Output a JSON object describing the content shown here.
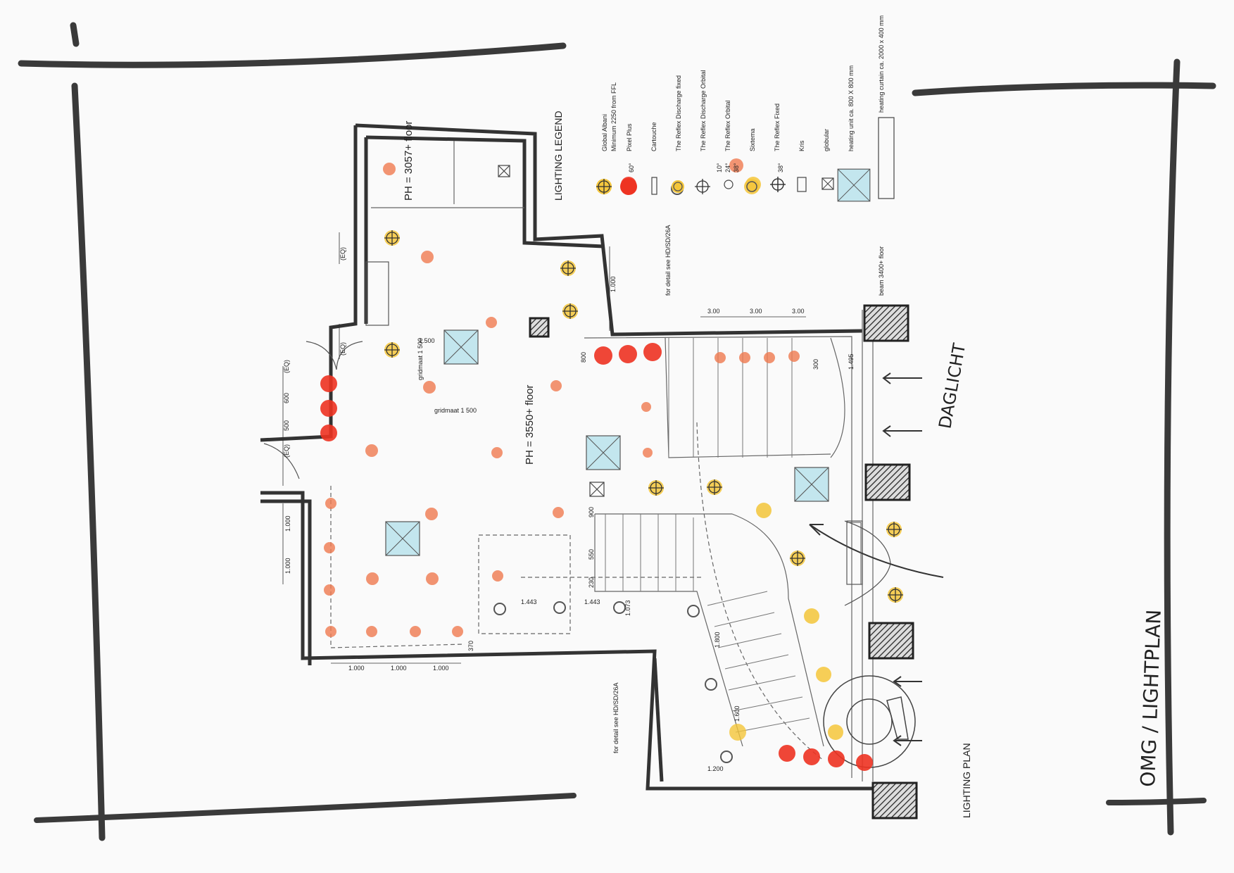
{
  "sheet": {
    "title_handwritten": "OMG / LIGHTPLAN",
    "drawing_label": "LIGHTING PLAN",
    "daglicht_label": "DAGLICHT",
    "beam_note": "beam 3400+ floor",
    "detail_note_1": "for detail see HD/SD/26A",
    "detail_note_2": "for detail see HD/SD/26A"
  },
  "room_labels": {
    "ph_upper": "PH = 3057+ floor",
    "ph_main": "PH = 3550+ floor",
    "grid_1": "gridmaat 1 500",
    "grid_2": "gridmaat 1 500"
  },
  "legend": {
    "title": "LIGHTING LEGEND",
    "items": [
      {
        "label": "Global Albani",
        "symbol": "yellow-cross"
      },
      {
        "label": "Minimum 2250 from FFL",
        "symbol": "note"
      },
      {
        "label": "Pixel Plus",
        "symbol": "red-blob"
      },
      {
        "label": "Cartouche",
        "symbol": "rect"
      },
      {
        "label": "The Reflex Discharge fixed",
        "symbol": "yellow-dot"
      },
      {
        "label": "The Reflex Discharge Orbital",
        "symbol": "cross-circle"
      },
      {
        "label": "The Reflex Orbital",
        "symbol": "orange-orbital"
      },
      {
        "label": "Sixtema",
        "symbol": "yellow-ring"
      },
      {
        "label": "The Reflex Fixed",
        "symbol": "cross"
      },
      {
        "label": "Kris",
        "symbol": "small-rect"
      },
      {
        "label": "globular",
        "symbol": "boxed-x"
      },
      {
        "label": "heating unit ca. 800 X 800 mm",
        "symbol": "blue-box"
      },
      {
        "label": "heating curtain ca. 2000 x 400 mm",
        "symbol": "long-rect"
      }
    ],
    "angle_values": [
      "60°",
      "10°",
      "24°",
      "38°",
      "38°"
    ]
  },
  "dimensions": [
    "(EQ)",
    "600",
    "500",
    "1.000",
    "1.500",
    "1.443",
    "1.073",
    "1.800",
    "1.600",
    "1.200",
    "3.00",
    "1.495",
    "370",
    "300",
    "800",
    "900",
    "550",
    "230"
  ],
  "colors": {
    "wall": "#333333",
    "red_fixture": "#ee3322",
    "orange_fixture": "#f07a50",
    "yellow_fixture": "#f4c63a",
    "blue_fixture": "#bfe6ee"
  }
}
